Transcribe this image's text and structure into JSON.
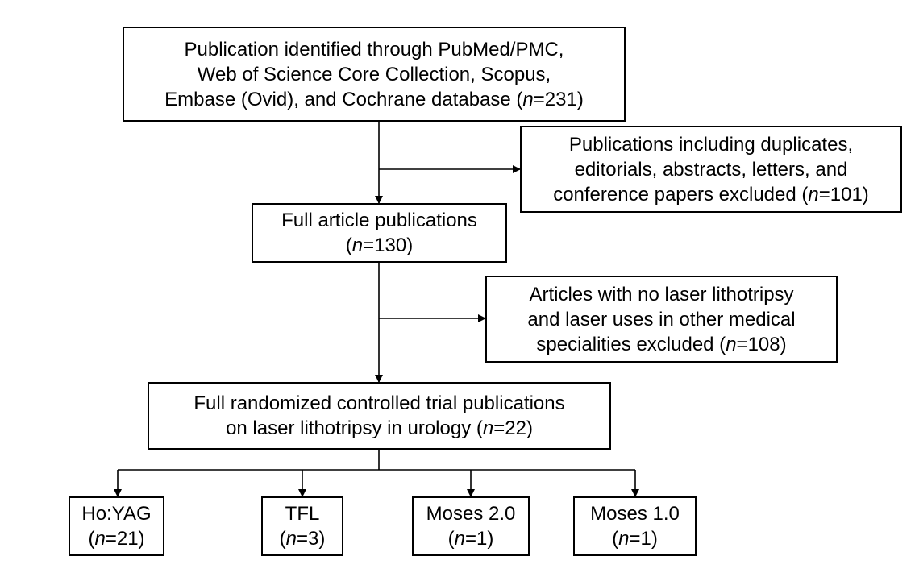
{
  "flowchart": {
    "identified": {
      "lines": [
        "Publication identified through PubMed/PMC,",
        "Web of Science Core Collection, Scopus,",
        "Embase (Ovid), and Cochrane database ("
      ],
      "n_var": "n",
      "n_value": "=231)"
    },
    "excluded_1": {
      "lines": [
        "Publications including duplicates,",
        "editorials, abstracts, letters, and",
        "conference papers excluded ("
      ],
      "n_var": "n",
      "n_value": "=101)"
    },
    "full_articles": {
      "lines": [
        "Full article publications",
        "("
      ],
      "n_var": "n",
      "n_value": "=130)"
    },
    "excluded_2": {
      "lines": [
        "Articles with no laser lithotripsy",
        "and laser uses in other medical",
        "specialities excluded ("
      ],
      "n_var": "n",
      "n_value": "=108)"
    },
    "rct": {
      "lines": [
        "Full randomized controlled trial publications",
        "on laser lithotripsy in urology ("
      ],
      "n_var": "n",
      "n_value": "=22)"
    },
    "outcomes": [
      {
        "label": "Ho:YAG",
        "open": "(",
        "n_var": "n",
        "n_value": "=21)"
      },
      {
        "label": "TFL",
        "open": "(",
        "n_var": "n",
        "n_value": "=3)"
      },
      {
        "label": "Moses 2.0",
        "open": "(",
        "n_var": "n",
        "n_value": "=1)"
      },
      {
        "label": "Moses 1.0",
        "open": "(",
        "n_var": "n",
        "n_value": "=1)"
      }
    ]
  }
}
